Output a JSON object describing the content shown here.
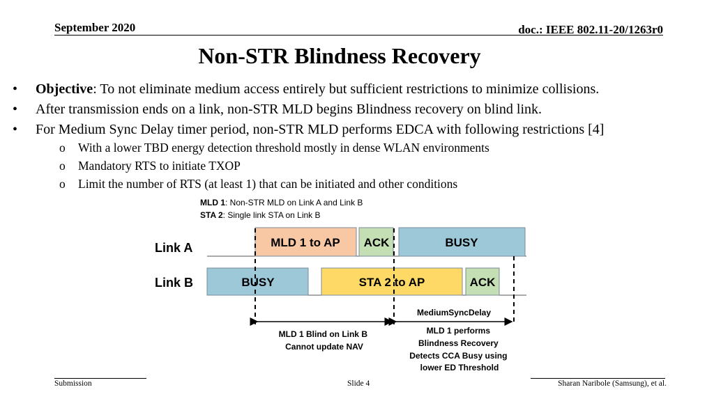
{
  "header": {
    "date": "September 2020",
    "doc_id": "doc.: IEEE 802.11-20/1263r0"
  },
  "title": "Non-STR Blindness Recovery",
  "bullets": [
    {
      "label": "Objective",
      "text": ": To not eliminate medium access entirely but sufficient restrictions to minimize collisions."
    },
    {
      "text": "After transmission ends on a link, non-STR MLD begins Blindness recovery on blind link."
    },
    {
      "text": "For Medium Sync Delay timer period, non-STR MLD performs EDCA with following restrictions [4]"
    }
  ],
  "sub_bullets": [
    "With a lower TBD energy detection threshold mostly in dense WLAN environments",
    "Mandatory RTS to initiate TXOP",
    "Limit the number of RTS (at least 1) that can be initiated and other conditions"
  ],
  "bullet_glyph": "•",
  "sub_bullet_glyph": "o",
  "diagram": {
    "legend": [
      {
        "key": "MLD 1",
        "desc": ": Non-STR MLD on Link A and Link B"
      },
      {
        "key": "STA 2",
        "desc": ": Single link STA on Link B"
      }
    ],
    "link_a_label": "Link A",
    "link_b_label": "Link B",
    "link_a_boxes": [
      {
        "label": "MLD 1 to AP",
        "color": "#F8C8A4"
      },
      {
        "label": "ACK",
        "color": "#C5DFB4"
      },
      {
        "label": "BUSY",
        "color": "#9DC8D8"
      }
    ],
    "link_b_boxes": [
      {
        "label": "BUSY",
        "color": "#9DC8D8"
      },
      {
        "label": "STA 2 to AP",
        "color": "#FED966"
      },
      {
        "label": "ACK",
        "color": "#C5DFB4"
      }
    ],
    "medium_sync_label": "MediumSyncDelay",
    "blind_note": [
      "MLD 1 Blind on Link B",
      "Cannot update NAV"
    ],
    "recovery_note": [
      "MLD 1 performs",
      "Blindness Recovery",
      "Detects CCA Busy using",
      "lower ED Threshold"
    ]
  },
  "footer": {
    "left": "Submission",
    "center": "Slide 4",
    "right": "Sharan Naribole (Samsung), et al."
  }
}
